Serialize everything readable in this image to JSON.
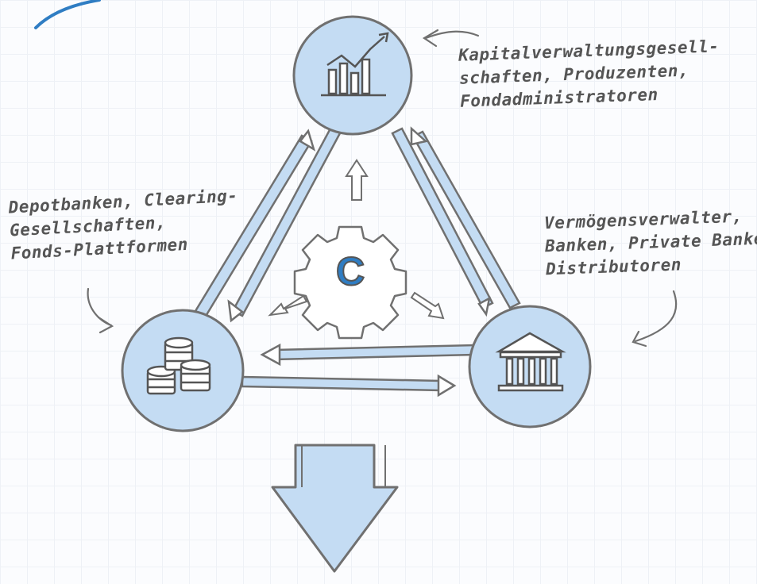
{
  "nodes": {
    "top": {
      "icon": "chart-growth-icon",
      "label_lines": [
        "Kapitalverwaltungsgesell-",
        "schaften, Produzenten,",
        "Fondadministratoren"
      ]
    },
    "left": {
      "icon": "coin-stacks-icon",
      "label_lines": [
        "Depotbanken, Clearing-",
        "Gesellschaften,",
        "Fonds-Plattformen"
      ]
    },
    "right": {
      "icon": "bank-building-icon",
      "label_lines": [
        "Vermögensverwalter,",
        "Banken, Private Banken,",
        "Distributoren"
      ]
    },
    "center": {
      "icon": "gear-icon",
      "letter": "C"
    }
  },
  "colors": {
    "node_fill": "#c4dcf3",
    "stroke": "#707070",
    "accent": "#2f7dc3",
    "arrow_fill": "#c4dcf3"
  }
}
